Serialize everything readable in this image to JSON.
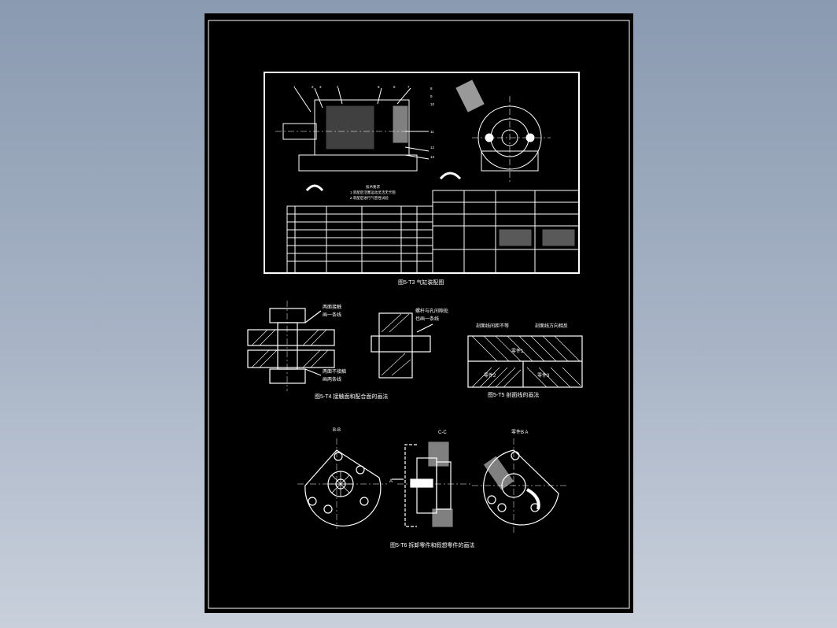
{
  "drawing": {
    "figure_t3": {
      "caption": "图5-T3 气缸装配图",
      "note_line1": "技术要求",
      "note_line2": "1.装配后活塞运动灵活无卡阻",
      "note_line3": "2.装配后进行气密性试验"
    },
    "figure_t4": {
      "caption": "图5-T4 接触面和配合面的画法",
      "label_contact": "两面接触",
      "label_one_line": "画一条线",
      "label_no_contact": "两面不接触",
      "label_two_lines": "画两条线",
      "label_screw": "螺杆与孔间隙处",
      "label_screw2": "也画一条线"
    },
    "figure_t5": {
      "caption": "图5-T5 剖面线的画法",
      "label_spacing": "剖面线间距不等",
      "label_direction": "剖面线方向相反",
      "part1": "零件1",
      "part2": "零件2",
      "part3": "零件3"
    },
    "figure_t6": {
      "caption": "图5-T6 拆卸零件和假想零件的画法",
      "view_left": "B-B",
      "view_mid": "C-C",
      "view_right": "零件B A",
      "arrow_label": "A"
    },
    "leader_numbers": [
      "1",
      "2",
      "3",
      "4",
      "5",
      "6",
      "7",
      "8",
      "9",
      "10",
      "11",
      "12",
      "13"
    ]
  }
}
